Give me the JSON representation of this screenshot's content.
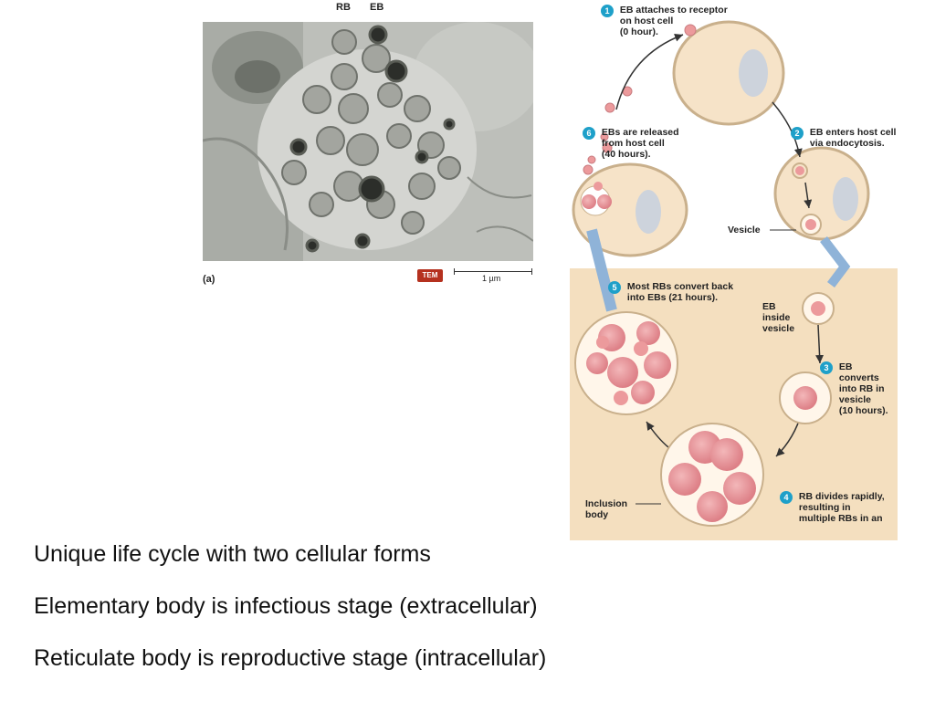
{
  "micrograph": {
    "label_rb": "RB",
    "label_eb": "EB",
    "panel_letter": "(a)",
    "badge": "TEM",
    "scale": "1 µm"
  },
  "diagram": {
    "step1": {
      "num": "1",
      "text": [
        "EB attaches to receptor",
        "on host cell",
        "(0 hour)."
      ]
    },
    "step2": {
      "num": "2",
      "text": [
        "EB enters host cell",
        "via endocytosis."
      ]
    },
    "step3": {
      "num": "3",
      "text": [
        "EB",
        "converts",
        "into RB in",
        "vesicle",
        "(10 hours)."
      ]
    },
    "step4": {
      "num": "4",
      "text": [
        "RB divides rapidly,",
        "resulting in",
        "multiple RBs in an"
      ]
    },
    "step5": {
      "num": "5",
      "text": [
        "Most RBs convert back",
        "into EBs (21 hours)."
      ]
    },
    "step6": {
      "num": "6",
      "text": [
        "EBs are released",
        "from host cell",
        "(40 hours)."
      ]
    },
    "vesicle_label": "Vesicle",
    "eb_inside_label": [
      "EB",
      "inside",
      "vesicle"
    ],
    "inclusion_label": [
      "Inclusion",
      "body"
    ]
  },
  "bullets": [
    "Unique life cycle with two cellular forms",
    "Elementary body is infectious stage (extracellular)",
    "Reticulate body is reproductive stage (intracellular)"
  ],
  "colors": {
    "cell_fill": "#f6e3c8",
    "nucleus_fill": "#cdd3dc",
    "region_fill": "#f4dfbf",
    "eb_fill": "#ec9a9c",
    "rb_fill": "#e58f96",
    "badge": "#1ea0c9",
    "tem_badge": "#b5311f"
  }
}
